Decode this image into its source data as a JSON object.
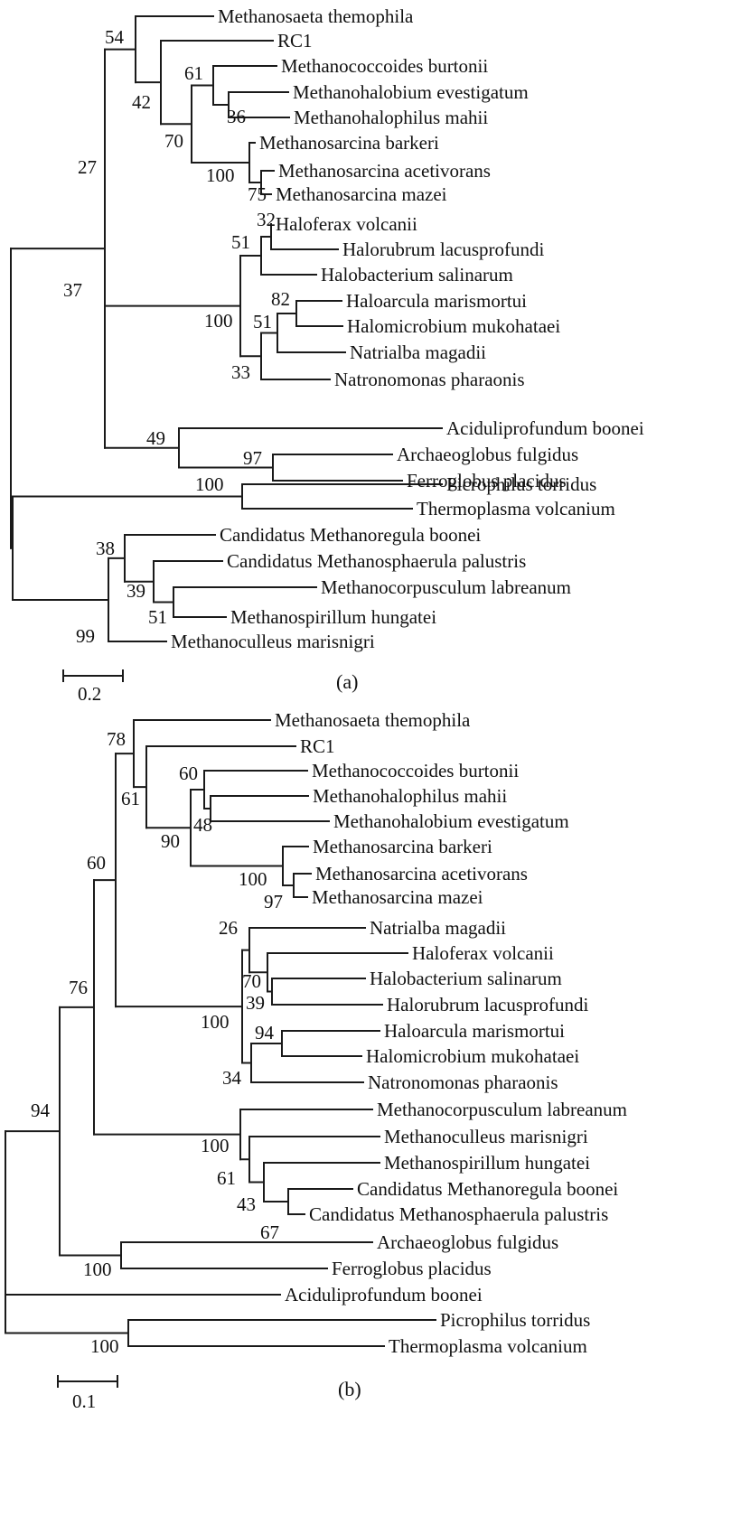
{
  "figure": {
    "panels": [
      {
        "label": "(a)",
        "scale_label": "0.2",
        "taxa": [
          "Methanosaeta themophila",
          "RC1",
          "Methanococcoides burtonii",
          "Methanohalobium evestigatum",
          "Methanohalophilus mahii",
          "Methanosarcina barkeri",
          "Methanosarcina acetivorans",
          "Methanosarcina mazei",
          "Haloferax volcanii",
          "Halorubrum lacusprofundi",
          "Halobacterium salinarum",
          "Haloarcula marismortui",
          "Halomicrobium mukohataei",
          "Natrialba magadii",
          "Natronomonas pharaonis",
          "Aciduliprofundum boonei",
          "Archaeoglobus fulgidus",
          "Ferroglobus placidus",
          "Picrophilus torridus",
          "Thermoplasma volcanium",
          "Candidatus Methanoregula boonei",
          "Candidatus Methanosphaerula palustris",
          "Methanocorpusculum labreanum",
          "Methanospirillum hungatei",
          "Methanoculleus marisnigri"
        ],
        "bootstrap": [
          "54",
          "42",
          "61",
          "36",
          "70",
          "100",
          "75",
          "27",
          "32",
          "51",
          "82",
          "51",
          "33",
          "100",
          "37",
          "49",
          "97",
          "100",
          "38",
          "39",
          "51",
          "99"
        ]
      },
      {
        "label": "(b)",
        "scale_label": "0.1",
        "taxa": [
          "Methanosaeta themophila",
          "RC1",
          "Methanococcoides burtonii",
          "Methanohalophilus mahii",
          "Methanohalobium evestigatum",
          "Methanosarcina barkeri",
          "Methanosarcina acetivorans",
          "Methanosarcina mazei",
          "Natrialba magadii",
          "Haloferax volcanii",
          "Halobacterium salinarum",
          "Halorubrum lacusprofundi",
          "Haloarcula marismortui",
          "Halomicrobium mukohataei",
          "Natronomonas pharaonis",
          "Methanocorpusculum labreanum",
          "Methanoculleus marisnigri",
          "Methanospirillum hungatei",
          "Candidatus Methanoregula boonei",
          "Candidatus Methanosphaerula palustris",
          "Archaeoglobus fulgidus",
          "Ferroglobus placidus",
          "Aciduliprofundum boonei",
          "Picrophilus torridus",
          "Thermoplasma volcanium"
        ],
        "bootstrap": [
          "78",
          "61",
          "60",
          "48",
          "90",
          "100",
          "97",
          "60",
          "26",
          "70",
          "39",
          "100",
          "94",
          "34",
          "100",
          "61",
          "43",
          "67",
          "76",
          "100",
          "94",
          "100"
        ]
      }
    ]
  }
}
